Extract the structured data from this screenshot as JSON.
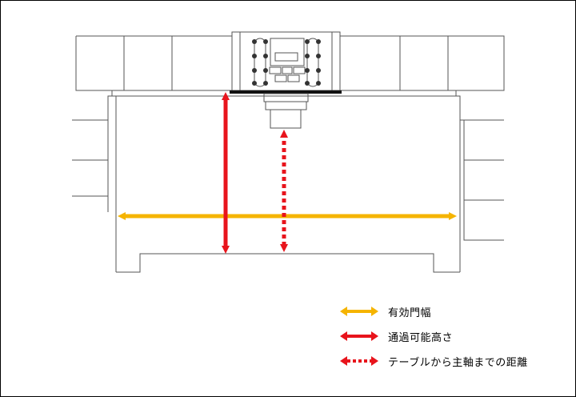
{
  "colors": {
    "effective_width": "#f5b400",
    "clearance_height": "#e8141c",
    "table_to_spindle": "#e8141c",
    "line": "#555555"
  },
  "legend": {
    "items": [
      {
        "label": "有効門幅",
        "style": "solid",
        "color": "#f5b400"
      },
      {
        "label": "通過可能高さ",
        "style": "solid",
        "color": "#e8141c"
      },
      {
        "label": "テーブルから主軸までの距離",
        "style": "dotted",
        "color": "#e8141c"
      }
    ]
  }
}
